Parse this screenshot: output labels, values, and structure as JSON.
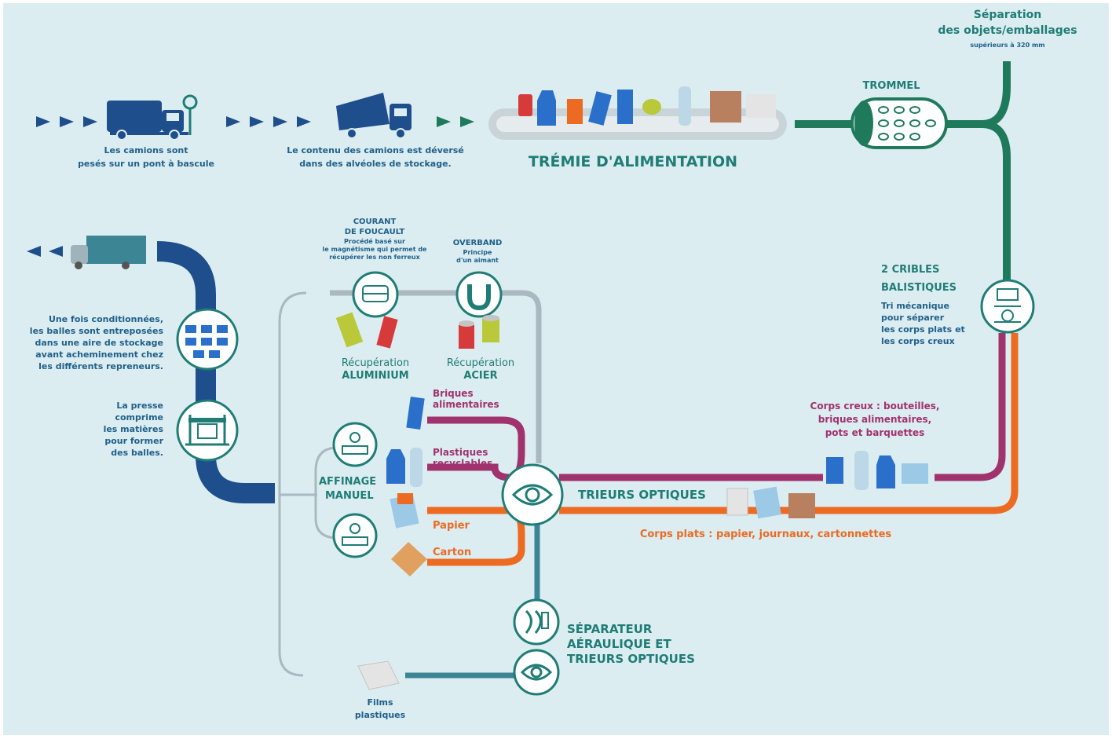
{
  "colors": {
    "background": "#dcedf1",
    "navy": "#1f4e8c",
    "green": "#1f7a5c",
    "grey": "#aab8bf",
    "teal": "#3b8595",
    "purple": "#a0326e",
    "orange": "#ec6a22",
    "text_teal": "#1f7d76",
    "text_blue": "#1e5f8a"
  },
  "intake": {
    "weigh_line1": "Les camions sont",
    "weigh_line2": "pesés sur un pont à bascule",
    "dump_line1": "Le contenu des camions est déversé",
    "dump_line2": "dans des alvéoles de stockage."
  },
  "hopper": {
    "label": "TRÉMIE D'ALIMENTATION"
  },
  "trommel": {
    "label": "TROMMEL"
  },
  "separation": {
    "line1": "Séparation",
    "line2": "des objets/emballages",
    "line3": "supérieurs à 320 mm"
  },
  "cribles": {
    "title1": "2 CRIBLES",
    "title2": "BALISTIQUES",
    "desc1": "Tri mécanique",
    "desc2": "pour séparer",
    "desc3": "les corps plats et",
    "desc4": "les corps creux"
  },
  "corps_creux": {
    "line1": "Corps creux : bouteilles,",
    "line2": "briques alimentaires,",
    "line3": "pots et barquettes"
  },
  "corps_plats": {
    "label": "Corps plats : papier, journaux, cartonnettes"
  },
  "trieurs_optiques": {
    "label": "TRIEURS OPTIQUES"
  },
  "separateur": {
    "line1": "SÉPARATEUR",
    "line2": "AÉRAULIQUE ET",
    "line3": "TRIEURS OPTIQUES"
  },
  "films": {
    "line1": "Films",
    "line2": "plastiques"
  },
  "foucault": {
    "title1": "COURANT",
    "title2": "DE FOUCAULT",
    "desc1": "Procédé basé sur",
    "desc2": "le magnétisme qui permet de",
    "desc3": "récupérer les non ferreux"
  },
  "overband": {
    "title": "OVERBAND",
    "desc1": "Principe",
    "desc2": "d'un aimant"
  },
  "aluminium": {
    "line1": "Récupération",
    "line2": "ALUMINIUM"
  },
  "acier": {
    "line1": "Récupération",
    "line2": "ACIER"
  },
  "outputs": {
    "briques1": "Briques",
    "briques2": "alimentaires",
    "plastiques1": "Plastiques",
    "plastiques2": "recyclables",
    "papier": "Papier",
    "carton": "Carton"
  },
  "affinage": {
    "line1": "AFFINAGE",
    "line2": "MANUEL"
  },
  "presse": {
    "line1": "La presse",
    "line2": "comprime",
    "line3": "les matières",
    "line4": "pour former",
    "line5": "des balles."
  },
  "stockage": {
    "line1": "Une fois conditionnées,",
    "line2": "les balles sont entreposées",
    "line3": "dans une aire de stockage",
    "line4": "avant acheminement chez",
    "line5": "les différents repreneurs."
  }
}
